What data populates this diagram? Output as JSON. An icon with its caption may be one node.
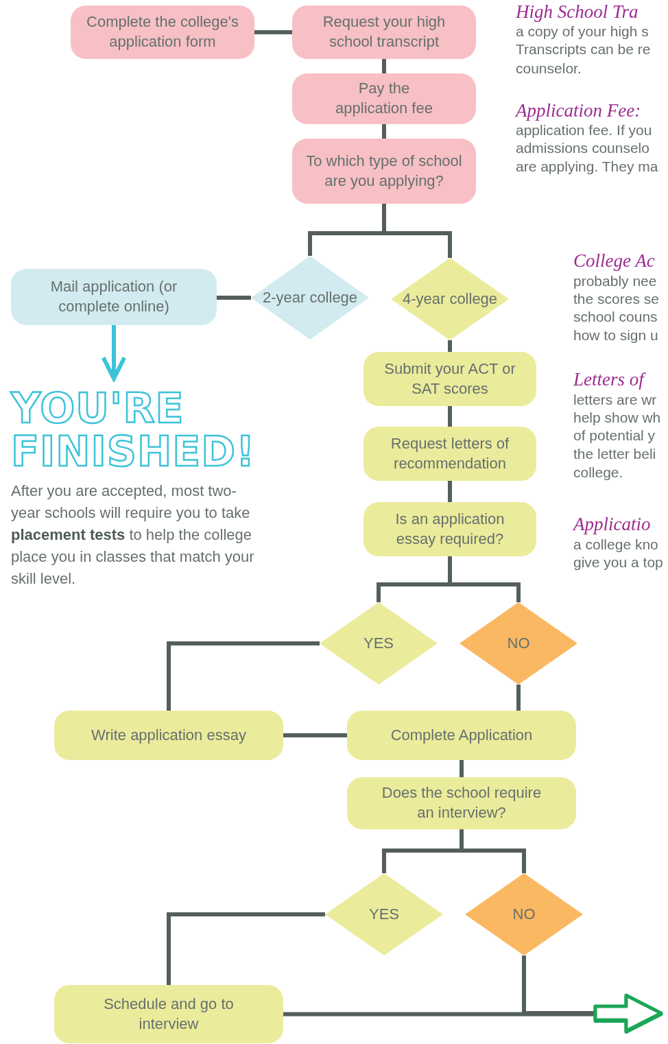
{
  "diagram": {
    "nodes": [
      {
        "text": [
          "Complete the college's application form"
        ]
      },
      {
        "text": [
          "Request your high school transcript"
        ]
      },
      {
        "text": [
          "Pay the application fee"
        ]
      },
      {
        "text": [
          "To which type of school are you applying?"
        ]
      },
      {
        "text": [
          "Mail application (or complete online)"
        ]
      },
      {
        "text": [
          "2-year college"
        ]
      },
      {
        "text": [
          "4-year college"
        ]
      },
      {
        "text": [
          "YOU'RE FINISHED!",
          "After you are accepted, most two-year schools will require you to take **placement tests** to help the college place you in classes that match your skill level."
        ]
      },
      {
        "text": [
          "Submit your ACT or SAT scores"
        ]
      },
      {
        "text": [
          "Request letters of recommendation"
        ]
      },
      {
        "text": [
          "Is an application essay required?"
        ]
      },
      {
        "text": [
          "YES"
        ]
      },
      {
        "text": [
          "NO"
        ]
      },
      {
        "text": [
          "Write application essay"
        ]
      },
      {
        "text": [
          "Complete Application"
        ]
      },
      {
        "text": [
          "Does the school require an interview?"
        ]
      },
      {
        "text": [
          "YES"
        ]
      },
      {
        "text": [
          "NO"
        ]
      },
      {
        "text": [
          "Schedule and go to interview"
        ]
      }
    ],
    "edges": [
      {
        "from": 0,
        "to": 1,
        "arrow": "none"
      },
      {
        "from": 1,
        "to": 2,
        "arrow": "none"
      },
      {
        "from": 2,
        "to": 3,
        "arrow": "none"
      },
      {
        "from": 3,
        "to": 5,
        "arrow": "none"
      },
      {
        "from": 3,
        "to": 6,
        "arrow": "none"
      },
      {
        "from": 5,
        "to": 4,
        "arrow": "none"
      },
      {
        "from": 4,
        "to": 7,
        "arrow": "to",
        "color": "#3cc3d9"
      },
      {
        "from": 6,
        "to": 8,
        "arrow": "none"
      },
      {
        "from": 8,
        "to": 9,
        "arrow": "none"
      },
      {
        "from": 9,
        "to": 10,
        "arrow": "none"
      },
      {
        "from": 10,
        "to": 11,
        "arrow": "none"
      },
      {
        "from": 10,
        "to": 12,
        "arrow": "none"
      },
      {
        "from": 11,
        "to": 13,
        "arrow": "none"
      },
      {
        "from": 13,
        "to": 14,
        "arrow": "none"
      },
      {
        "from": 12,
        "to": 14,
        "arrow": "none"
      },
      {
        "from": 14,
        "to": 15,
        "arrow": "none"
      },
      {
        "from": 15,
        "to": 16,
        "arrow": "none"
      },
      {
        "from": 15,
        "to": 17,
        "arrow": "none"
      },
      {
        "from": 16,
        "to": 18,
        "arrow": "none"
      },
      {
        "from": 18,
        "to": null,
        "arrow": "to"
      },
      {
        "from": 17,
        "to": null,
        "arrow": "to"
      }
    ],
    "labels": [
      "High School Tra",
      "a copy of your high s",
      "Transcripts can be re",
      "counselor.",
      "Application Fee:",
      "application fee. If you",
      "admissions counselo",
      "are applying. They ma",
      "College Ac",
      "probably nee",
      "the scores se",
      "school couns",
      "how to sign u",
      "Letters of",
      "letters are wr",
      "help show wh",
      "of potential y",
      "the letter beli",
      "college.",
      "Applicatio",
      "a college kno",
      "give you a top"
    ]
  }
}
